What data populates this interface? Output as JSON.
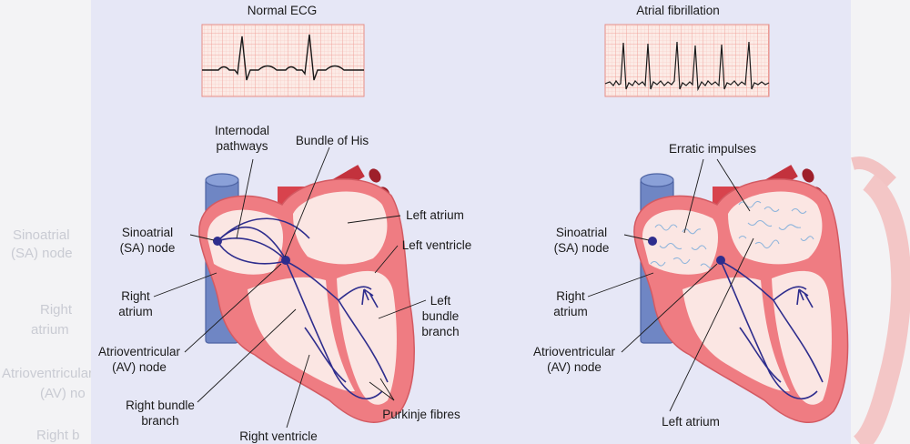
{
  "background_labels_left": [
    "Sinoatrial",
    "(SA) node",
    "Right",
    "atrium",
    "Atrioventricular",
    "(AV) no",
    "Right b"
  ],
  "normal": {
    "ecg_title": "Normal ECG",
    "labels": {
      "internodal": [
        "Internodal",
        "pathways"
      ],
      "bundle_his": "Bundle of His",
      "sa_node": [
        "Sinoatrial",
        "(SA) node"
      ],
      "right_atrium": [
        "Right",
        "atrium"
      ],
      "av_node": [
        "Atrioventricular",
        "(AV) node"
      ],
      "right_bundle": [
        "Right bundle",
        "branch"
      ],
      "right_ventricle": "Right ventricle",
      "left_atrium": "Left atrium",
      "left_ventricle": "Left ventricle",
      "left_bundle": [
        "Left",
        "bundle",
        "branch"
      ],
      "purkinje": "Purkinje fibres"
    }
  },
  "afib": {
    "ecg_title": "Atrial fibrillation",
    "labels": {
      "erratic": "Erratic impulses",
      "sa_node": [
        "Sinoatrial",
        "(SA) node"
      ],
      "right_atrium": [
        "Right",
        "atrium"
      ],
      "av_node": [
        "Atrioventricular",
        "(AV) node"
      ],
      "left_atrium": "Left atrium"
    }
  },
  "colors": {
    "panel": "#e6e7f6",
    "heart_wall": "#ef7c82",
    "heart_inner": "#fbe6e3",
    "vessel": "#6f86c4",
    "conduction": "#2e2d8d",
    "erratic": "#8fb5dc",
    "ecg_paper": "#fcebe6",
    "ecg_grid": "#f3a8a2"
  }
}
